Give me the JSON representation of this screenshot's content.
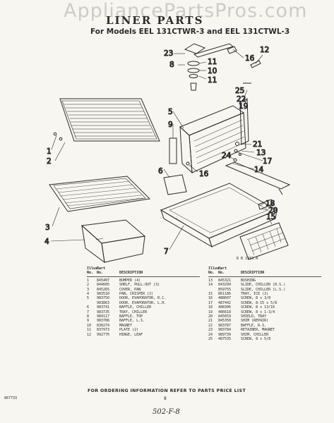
{
  "watermark": "AppliancePartsPros.com",
  "title": "LINER PARTS",
  "subtitle": "For Models EEL 131CTWR-3 and EEL 131CTWL-3",
  "diagram_code": "R B 1933 A",
  "callouts": [
    "1",
    "2",
    "3",
    "4",
    "5",
    "6",
    "7",
    "8",
    "9",
    "10",
    "11",
    "11",
    "12",
    "13",
    "14",
    "15",
    "16",
    "16",
    "17",
    "18",
    "19",
    "20",
    "21",
    "22",
    "23",
    "24",
    "25"
  ],
  "table_left": {
    "header": {
      "illus": "Illus.",
      "part": "Part",
      "no": "No.",
      "no2": "No.",
      "description": "DESCRIPTION"
    },
    "rows": [
      {
        "no": "1",
        "part": "845407",
        "desc": "BUMPER (4)"
      },
      {
        "no": "2",
        "part": "844605",
        "desc": "SHELF, PULL-OUT (3)"
      },
      {
        "no": "3",
        "part": "845265",
        "desc": "COVER, PAN"
      },
      {
        "no": "4",
        "part": "983510",
        "desc": "PAN, CRISPER (2)"
      },
      {
        "no": "5",
        "part": "983750",
        "desc": "DOOR, EVAPORATOR, R.C."
      },
      {
        "no": "",
        "part": "983863",
        "desc": "DOOR, EVAPORATOR, L.H."
      },
      {
        "no": "6",
        "part": "983741",
        "desc": "BAFFLE, CHILLER"
      },
      {
        "no": "7",
        "part": "983735",
        "desc": "TRAY, CHILLER"
      },
      {
        "no": "8",
        "part": "984117",
        "desc": "BAFFLE, TOP"
      },
      {
        "no": "9",
        "part": "983786",
        "desc": "BAFFLE, L.S."
      },
      {
        "no": "10",
        "part": "830274",
        "desc": "MAGNET"
      },
      {
        "no": "11",
        "part": "837973",
        "desc": "PLATE (2)"
      },
      {
        "no": "12",
        "part": "992776",
        "desc": "HINGE, LEAF"
      }
    ]
  },
  "table_right": {
    "header": {
      "illus": "Illus.",
      "part": "Part",
      "no": "No.",
      "no2": "No.",
      "description": "DESCRIPTION"
    },
    "rows": [
      {
        "no": "13",
        "part": "845321",
        "desc": "BUSHING"
      },
      {
        "no": "14",
        "part": "843299",
        "desc": "SLIDE, CHILLER (R.S.)"
      },
      {
        "no": "",
        "part": "859755",
        "desc": "SLIDE, CHILLER (L.S.)"
      },
      {
        "no": "15",
        "part": "861186",
        "desc": "TRAY, ICE (2)"
      },
      {
        "no": "16",
        "part": "488607",
        "desc": "SCREW, 8 x 3/8"
      },
      {
        "no": "17",
        "part": "487442",
        "desc": "SCREW, 8-15 x 5/8"
      },
      {
        "no": "18",
        "part": "488306",
        "desc": "SCREW, 8 x 13/16"
      },
      {
        "no": "19",
        "part": "486618",
        "desc": "SCREW, 8 x 1-3/4"
      },
      {
        "no": "20",
        "part": "845659",
        "desc": "SHIELD, TRAY"
      },
      {
        "no": "21",
        "part": "845350",
        "desc": "SHIM (REPAIR)"
      },
      {
        "no": "22",
        "part": "983787",
        "desc": "BAFFLE, R.S."
      },
      {
        "no": "23",
        "part": "983784",
        "desc": "RETAINER, MAGNET"
      },
      {
        "no": "24",
        "part": "989739",
        "desc": "SHIM, CHILLER"
      },
      {
        "no": "25",
        "part": "487535",
        "desc": "SCREW, 8 x 5/8"
      }
    ]
  },
  "ordering_note": "FOR ORDERING INFORMATION REFER TO PARTS PRICE LIST",
  "page_number": "8",
  "left_code": "867733",
  "handwritten": "502-F-8"
}
